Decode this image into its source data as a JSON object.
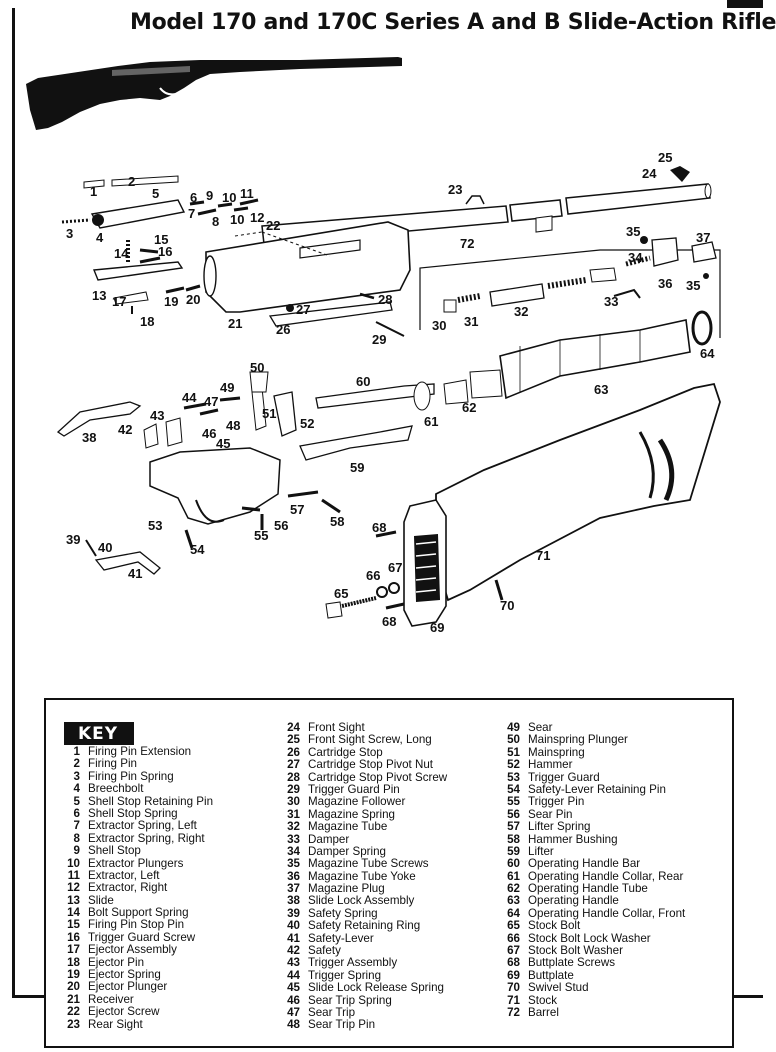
{
  "title": "Model 170 and 170C Series A and B Slide-Action Rifle",
  "key_heading": "KEY",
  "callouts": [
    "1",
    "2",
    "3",
    "4",
    "5",
    "6",
    "7",
    "8",
    "9",
    "10",
    "10",
    "11",
    "12",
    "13",
    "14",
    "15",
    "16",
    "17",
    "18",
    "19",
    "20",
    "21",
    "22",
    "23",
    "24",
    "25",
    "26",
    "27",
    "28",
    "29",
    "30",
    "31",
    "32",
    "33",
    "34",
    "35",
    "35",
    "36",
    "37",
    "38",
    "39",
    "40",
    "41",
    "42",
    "43",
    "44",
    "45",
    "46",
    "47",
    "48",
    "49",
    "50",
    "51",
    "52",
    "53",
    "54",
    "55",
    "56",
    "57",
    "58",
    "59",
    "60",
    "61",
    "62",
    "63",
    "64",
    "65",
    "66",
    "67",
    "68",
    "68",
    "69",
    "70",
    "71",
    "72"
  ],
  "key": [
    {
      "num": "1",
      "name": "Firing Pin Extension"
    },
    {
      "num": "2",
      "name": "Firing Pin"
    },
    {
      "num": "3",
      "name": "Firing Pin Spring"
    },
    {
      "num": "4",
      "name": "Breechbolt"
    },
    {
      "num": "5",
      "name": "Shell Stop Retaining Pin"
    },
    {
      "num": "6",
      "name": "Shell Stop Spring"
    },
    {
      "num": "7",
      "name": "Extractor Spring, Left"
    },
    {
      "num": "8",
      "name": "Extractor Spring, Right"
    },
    {
      "num": "9",
      "name": "Shell Stop"
    },
    {
      "num": "10",
      "name": "Extractor Plungers"
    },
    {
      "num": "11",
      "name": "Extractor, Left"
    },
    {
      "num": "12",
      "name": "Extractor, Right"
    },
    {
      "num": "13",
      "name": "Slide"
    },
    {
      "num": "14",
      "name": "Bolt Support Spring"
    },
    {
      "num": "15",
      "name": "Firing Pin Stop Pin"
    },
    {
      "num": "16",
      "name": "Trigger Guard Screw"
    },
    {
      "num": "17",
      "name": "Ejector Assembly"
    },
    {
      "num": "18",
      "name": "Ejector Pin"
    },
    {
      "num": "19",
      "name": "Ejector Spring"
    },
    {
      "num": "20",
      "name": "Ejector Plunger"
    },
    {
      "num": "21",
      "name": "Receiver"
    },
    {
      "num": "22",
      "name": "Ejector Screw"
    },
    {
      "num": "23",
      "name": "Rear Sight"
    },
    {
      "num": "24",
      "name": "Front Sight"
    },
    {
      "num": "25",
      "name": "Front Sight Screw, Long"
    },
    {
      "num": "26",
      "name": "Cartridge Stop"
    },
    {
      "num": "27",
      "name": "Cartridge Stop Pivot Nut"
    },
    {
      "num": "28",
      "name": "Cartridge Stop Pivot Screw"
    },
    {
      "num": "29",
      "name": "Trigger Guard Pin"
    },
    {
      "num": "30",
      "name": "Magazine Follower"
    },
    {
      "num": "31",
      "name": "Magazine Spring"
    },
    {
      "num": "32",
      "name": "Magazine Tube"
    },
    {
      "num": "33",
      "name": "Damper"
    },
    {
      "num": "34",
      "name": "Damper Spring"
    },
    {
      "num": "35",
      "name": "Magazine Tube Screws"
    },
    {
      "num": "36",
      "name": "Magazine Tube Yoke"
    },
    {
      "num": "37",
      "name": "Magazine Plug"
    },
    {
      "num": "38",
      "name": "Slide Lock Assembly"
    },
    {
      "num": "39",
      "name": "Safety Spring"
    },
    {
      "num": "40",
      "name": "Safety Retaining Ring"
    },
    {
      "num": "41",
      "name": "Safety-Lever"
    },
    {
      "num": "42",
      "name": "Safety"
    },
    {
      "num": "43",
      "name": "Trigger Assembly"
    },
    {
      "num": "44",
      "name": "Trigger Spring"
    },
    {
      "num": "45",
      "name": "Slide Lock Release Spring"
    },
    {
      "num": "46",
      "name": "Sear Trip Spring"
    },
    {
      "num": "47",
      "name": "Sear Trip"
    },
    {
      "num": "48",
      "name": "Sear Trip Pin"
    },
    {
      "num": "49",
      "name": "Sear"
    },
    {
      "num": "50",
      "name": "Mainspring Plunger"
    },
    {
      "num": "51",
      "name": "Mainspring"
    },
    {
      "num": "52",
      "name": "Hammer"
    },
    {
      "num": "53",
      "name": "Trigger Guard"
    },
    {
      "num": "54",
      "name": "Safety-Lever Retaining Pin"
    },
    {
      "num": "55",
      "name": "Trigger Pin"
    },
    {
      "num": "56",
      "name": "Sear Pin"
    },
    {
      "num": "57",
      "name": "Lifter Spring"
    },
    {
      "num": "58",
      "name": "Hammer Bushing"
    },
    {
      "num": "59",
      "name": "Lifter"
    },
    {
      "num": "60",
      "name": "Operating Handle Bar"
    },
    {
      "num": "61",
      "name": "Operating Handle Collar, Rear"
    },
    {
      "num": "62",
      "name": "Operating Handle Tube"
    },
    {
      "num": "63",
      "name": "Operating Handle"
    },
    {
      "num": "64",
      "name": "Operating Handle Collar, Front"
    },
    {
      "num": "65",
      "name": "Stock Bolt"
    },
    {
      "num": "66",
      "name": "Stock Bolt Lock Washer"
    },
    {
      "num": "67",
      "name": "Stock Bolt Washer"
    },
    {
      "num": "68",
      "name": "Buttplate Screws"
    },
    {
      "num": "69",
      "name": "Buttplate"
    },
    {
      "num": "70",
      "name": "Swivel Stud"
    },
    {
      "num": "71",
      "name": "Stock"
    },
    {
      "num": "72",
      "name": "Barrel"
    }
  ]
}
